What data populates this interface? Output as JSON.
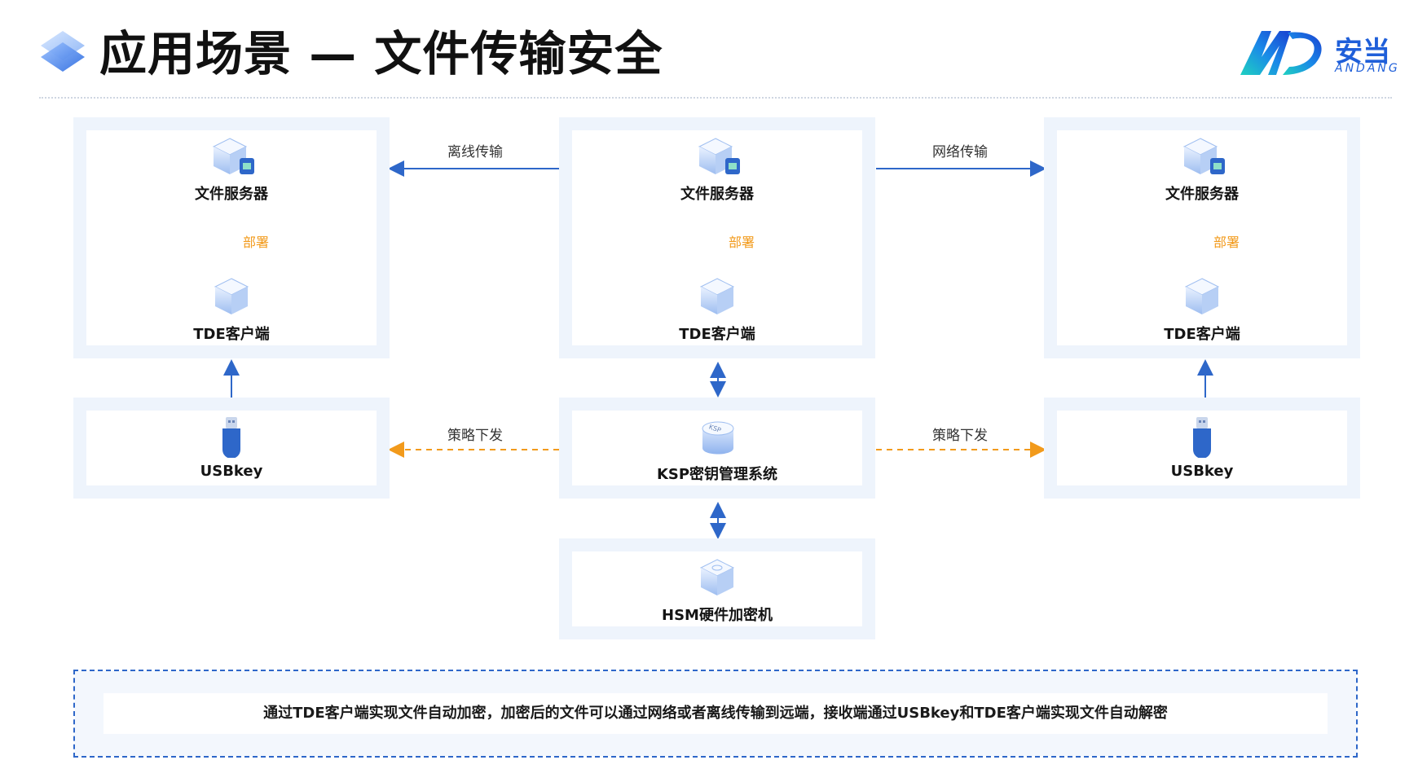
{
  "header": {
    "title": "应用场景 — 文件传输安全",
    "brand_name": "安当",
    "brand_sub": "ANDANG"
  },
  "nodes": {
    "file_server": "文件服务器",
    "tde_client": "TDE客户端",
    "deploy": "部署",
    "usbkey": "USBkey",
    "ksp": "KSP密钥管理系统",
    "hsm": "HSM硬件加密机"
  },
  "edges": {
    "offline": "离线传输",
    "network": "网络传输",
    "policy_left": "策略下发",
    "policy_right": "策略下发"
  },
  "summary": "通过TDE客户端实现文件自动加密，加密后的文件可以通过网络或者离线传输到远端，接收端通过USBkey和TDE客户端实现文件自动解密",
  "colors": {
    "accent_blue": "#2e67c9",
    "deploy_orange": "#f29a1b",
    "box_bg": "#eef4fc"
  }
}
